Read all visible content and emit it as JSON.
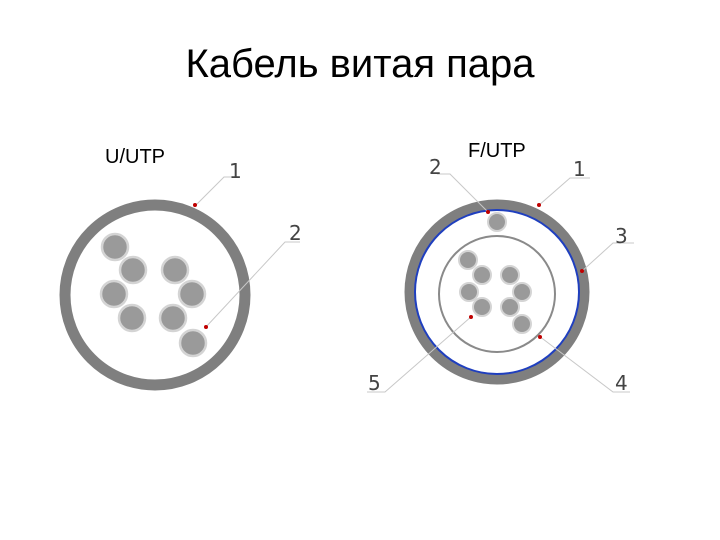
{
  "title": "Кабель витая пара",
  "utp": {
    "label": "U/UTP",
    "callouts": [
      "1",
      "2"
    ]
  },
  "ftp": {
    "label": "F/UTP",
    "callouts": [
      "2",
      "1",
      "3",
      "5",
      "4"
    ]
  },
  "colors": {
    "jacket": "#7f7f7f",
    "conductor": "#9a9a9a",
    "foil": "#1f3fbf",
    "leader": "#c8c8c8",
    "pointer": "#c00000"
  }
}
